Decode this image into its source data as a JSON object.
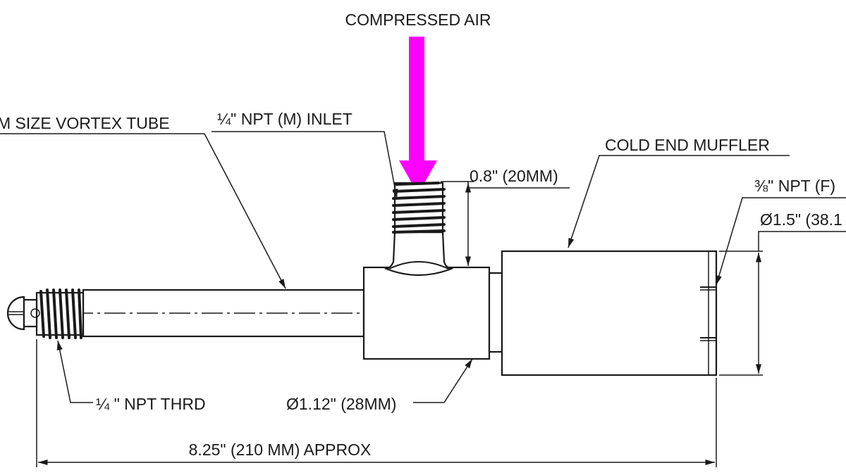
{
  "title": "COMPRESSED AIR",
  "labels": {
    "vortex_tube": "M SIZE VORTEX TUBE",
    "inlet": "¼\" NPT (M) INLET",
    "inlet_height": "0.8\" (20MM)",
    "cold_end_muffler": "COLD END MUFFLER",
    "outlet_thread": "⅜\" NPT (F)",
    "muffler_diameter": "Ø1.5\" (38.1",
    "hot_end_thread": "¼ \" NPT THRD",
    "body_diameter": "Ø1.12\" (28MM)",
    "overall_length": "8.25\" (210 MM) APPROX"
  },
  "colors": {
    "air_arrow": "#FF00FF",
    "line": "#1a1a1a"
  }
}
